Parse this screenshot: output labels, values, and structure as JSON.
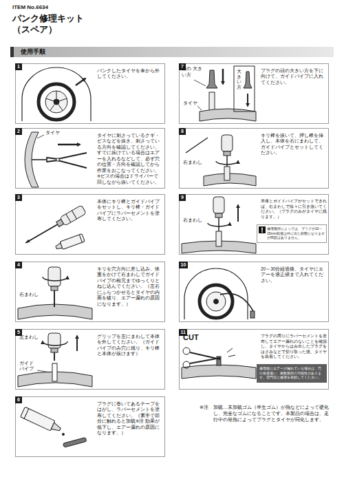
{
  "diagram": {
    "title": "パンク修理キット （スペア）",
    "nodes": [
      {
        "text": [
          "使用手順"
        ]
      },
      {
        "text": [
          "1",
          "パンクしたタイヤを車から外してください。"
        ]
      },
      {
        "text": [
          "2",
          "タイヤに刺さっているクギ・ビスなどを抜き、刺さっている方向を確認してください。すでに抜けている場合はエアーを入れるなどして、必ず穴の位置・方向を確認してから作業をおこなってください。※ビスの場合はドライバーで回しながら抜いてください。"
        ]
      },
      {
        "text": [
          "3",
          "本体にキリ棒とガイドパイプをセットし、キリ棒・ガイドパイプにラバーセメントを塗布してください。"
        ]
      },
      {
        "text": [
          "4",
          "キリを穴方向に差し込み、体重をかけて右まわしでガイドパイプの根元までゆっくりとねじ込んでください。（左右にふらつかせるとタイヤの内面を破り、エアー漏れの原因になります。）"
        ]
      },
      {
        "text": [
          "5",
          "グリップを左にまわして本体を外してください。（ガイドパイプのみ穴に残り、キリ棒と本体が抜けます）"
        ]
      },
      {
        "text": [
          "6",
          "プラグに巻いてあるテープをはがし、ラバーセメントを塗布してください。（素手で部分に触れると加硫※注 効果が低下し、エアー漏れの原因になります。）"
        ]
      },
      {
        "text": [
          "7",
          "プラグの頭の大きい方を下に向けて、ガイドパイプに入れてください。"
        ]
      },
      {
        "text": [
          "8",
          "キリ棒を抜いて、押し棒を挿入し、本体を右にまわして、ガイドパイプとセットしてください。"
        ]
      },
      {
        "text": [
          "9",
          "本体とガイドパイプがセットできれば、右まわしで徐々に引き抜いてください。（プラグのみがタイヤに残ります。）"
        ]
      },
      {
        "text": [
          "修理箇所によっては、プラグが10～15mm程度は外に出た状態になりますが問題はありません。"
        ],
        "in": 9
      },
      {
        "text": [
          "10",
          "20～30分経過後、タイヤにエアーを適正値まで入れてください。"
        ]
      },
      {
        "text": [
          "11",
          "プラグの周りにラバーセメントを塗布してエアー漏れのないことを確認し、タイヤからはみ出したプラグをはさみなどで切り取った後、タイヤを装着してください。"
        ]
      },
      {
        "text": [
          "修理後にエアーが漏れている場合は、穴の角度違い、複数箇所の可能性があります。専門店に修理を依頼してください。"
        ],
        "in": 12
      }
    ],
    "labels": [
      "ITEM No.6634",
      "タイヤ",
      "右まわし",
      "左まわし",
      "ガイド パイプ",
      "頭の 大きい方",
      "大きい方",
      "タイヤ",
      "右まわし",
      "右まわし",
      "CUT",
      "※注",
      "加硫…未加硫ゴム（半生ゴム）が熱などによって硬化し、完全なゴムになることです。本製品の場合は、走行中の発熱によってプラグとタイヤが同化します。"
    ]
  }
}
